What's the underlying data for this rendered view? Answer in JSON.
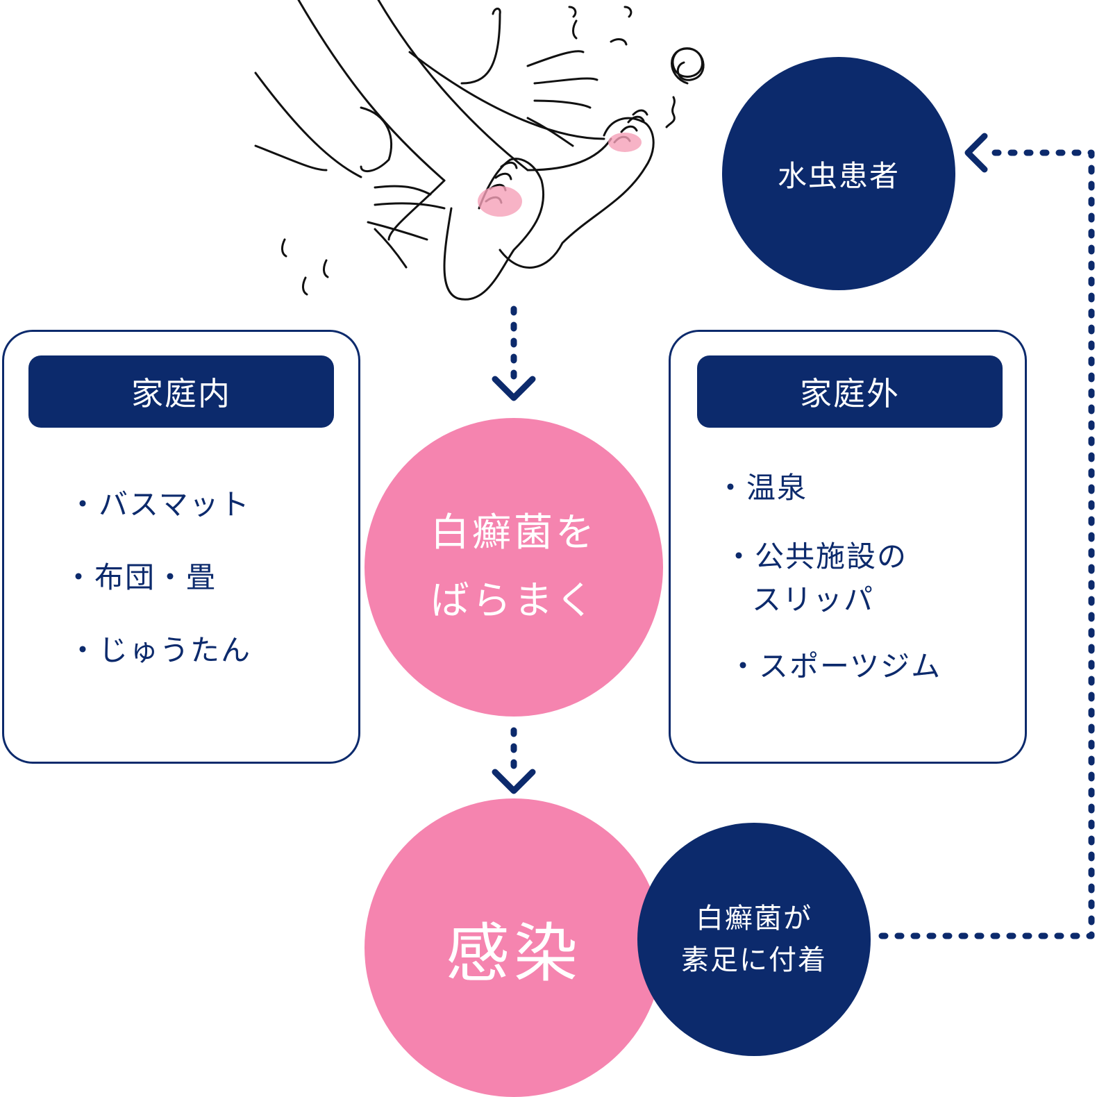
{
  "colors": {
    "navy": "#0c2a6c",
    "pink": "#f584af",
    "pink_patch": "#f5a0b8",
    "white": "#ffffff"
  },
  "illustration": {
    "icon": "washing-feet-illustration"
  },
  "patient": {
    "label": "水虫患者"
  },
  "home": {
    "title": "家庭内",
    "items": [
      "・バスマット",
      "・布団・畳",
      "・じゅうたん"
    ]
  },
  "outside": {
    "title": "家庭外",
    "items": [
      "・温泉",
      "・公共施設の",
      "スリッパ",
      "・スポーツジム"
    ]
  },
  "spread": {
    "line1": "白癬菌を",
    "line2": "ばらまく"
  },
  "infection": {
    "label": "感染"
  },
  "attach": {
    "line1": "白癬菌が",
    "line2": "素足に付着"
  }
}
